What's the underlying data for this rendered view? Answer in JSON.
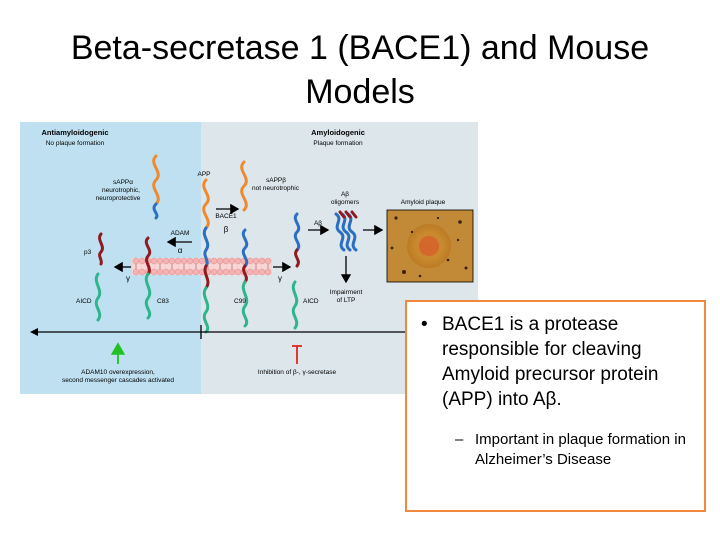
{
  "slide": {
    "title_line1": "Beta-secretase 1 (BACE1) and Mouse",
    "title_line2": "Models"
  },
  "diagram": {
    "left_panel": {
      "heading": "Antiamyloidogenic",
      "subheading": "No plaque formation"
    },
    "right_panel": {
      "heading": "Amyloidogenic",
      "subheading": "Plaque formation"
    },
    "labels": {
      "sappa_1": "sAPPα",
      "sappa_2": "neurotrophic,",
      "sappa_3": "neuroprotective",
      "app": "APP",
      "sappb_1": "sAPPβ",
      "sappb_2": "not neurotrophic",
      "abeta_olig_1": "Aβ",
      "abeta_olig_2": "oligomers",
      "amyloid_plaque": "Amyloid plaque",
      "adam": "ADAM",
      "alpha": "α",
      "bace1": "BACE1",
      "beta": "β",
      "abeta": "Aβ",
      "p3": "p3",
      "gamma_left": "γ",
      "gamma_right": "γ",
      "aicd_left": "AICD",
      "c83": "C83",
      "c99": "C99",
      "aicd_right": "AICD",
      "impairment_1": "Impairment",
      "impairment_2": "of LTP",
      "bottom_left_1": "ADAM10 overexpression,",
      "bottom_left_2": "second messenger cascades activated",
      "bottom_right": "Inhibition of β-, γ-secretase"
    },
    "colors": {
      "left_bg": "#bfe0f1",
      "right_bg": "#dde6ea",
      "membrane": "#f4b2b2",
      "orange_strand": "#ef8a2c",
      "blue_strand": "#2a6fc4",
      "red_strand": "#8e1b22",
      "green_strand": "#2fb58c",
      "activate_arrow": "#22c022",
      "inhibit_marker": "#e2241e"
    }
  },
  "callout": {
    "bullet_main": "BACE1 is a protease responsible for cleaving Amyloid precursor protein (APP) into Aβ.",
    "bullet_sub": "Important in plaque formation in Alzheimer’s Disease"
  }
}
